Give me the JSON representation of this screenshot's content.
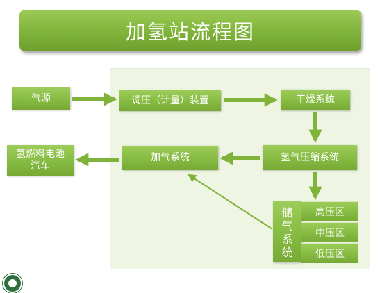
{
  "title": "加氢站流程图",
  "nodes": {
    "source": "气源",
    "regulator": "调压（计量）装置",
    "drying": "干燥系统",
    "compression": "氢气压缩系统",
    "filling": "加气系统",
    "fcv": "氢燃料电池汽车"
  },
  "storage": {
    "label_chars": [
      "储",
      "气",
      "系",
      "统"
    ],
    "tiers": [
      "高压区",
      "中压区",
      "低压区"
    ]
  },
  "colors": {
    "box": "#86bb42",
    "title_bar": "#7fb33a",
    "panel": "#eef5e2",
    "arrow": "#7fb33a",
    "text": "#ffffff"
  }
}
